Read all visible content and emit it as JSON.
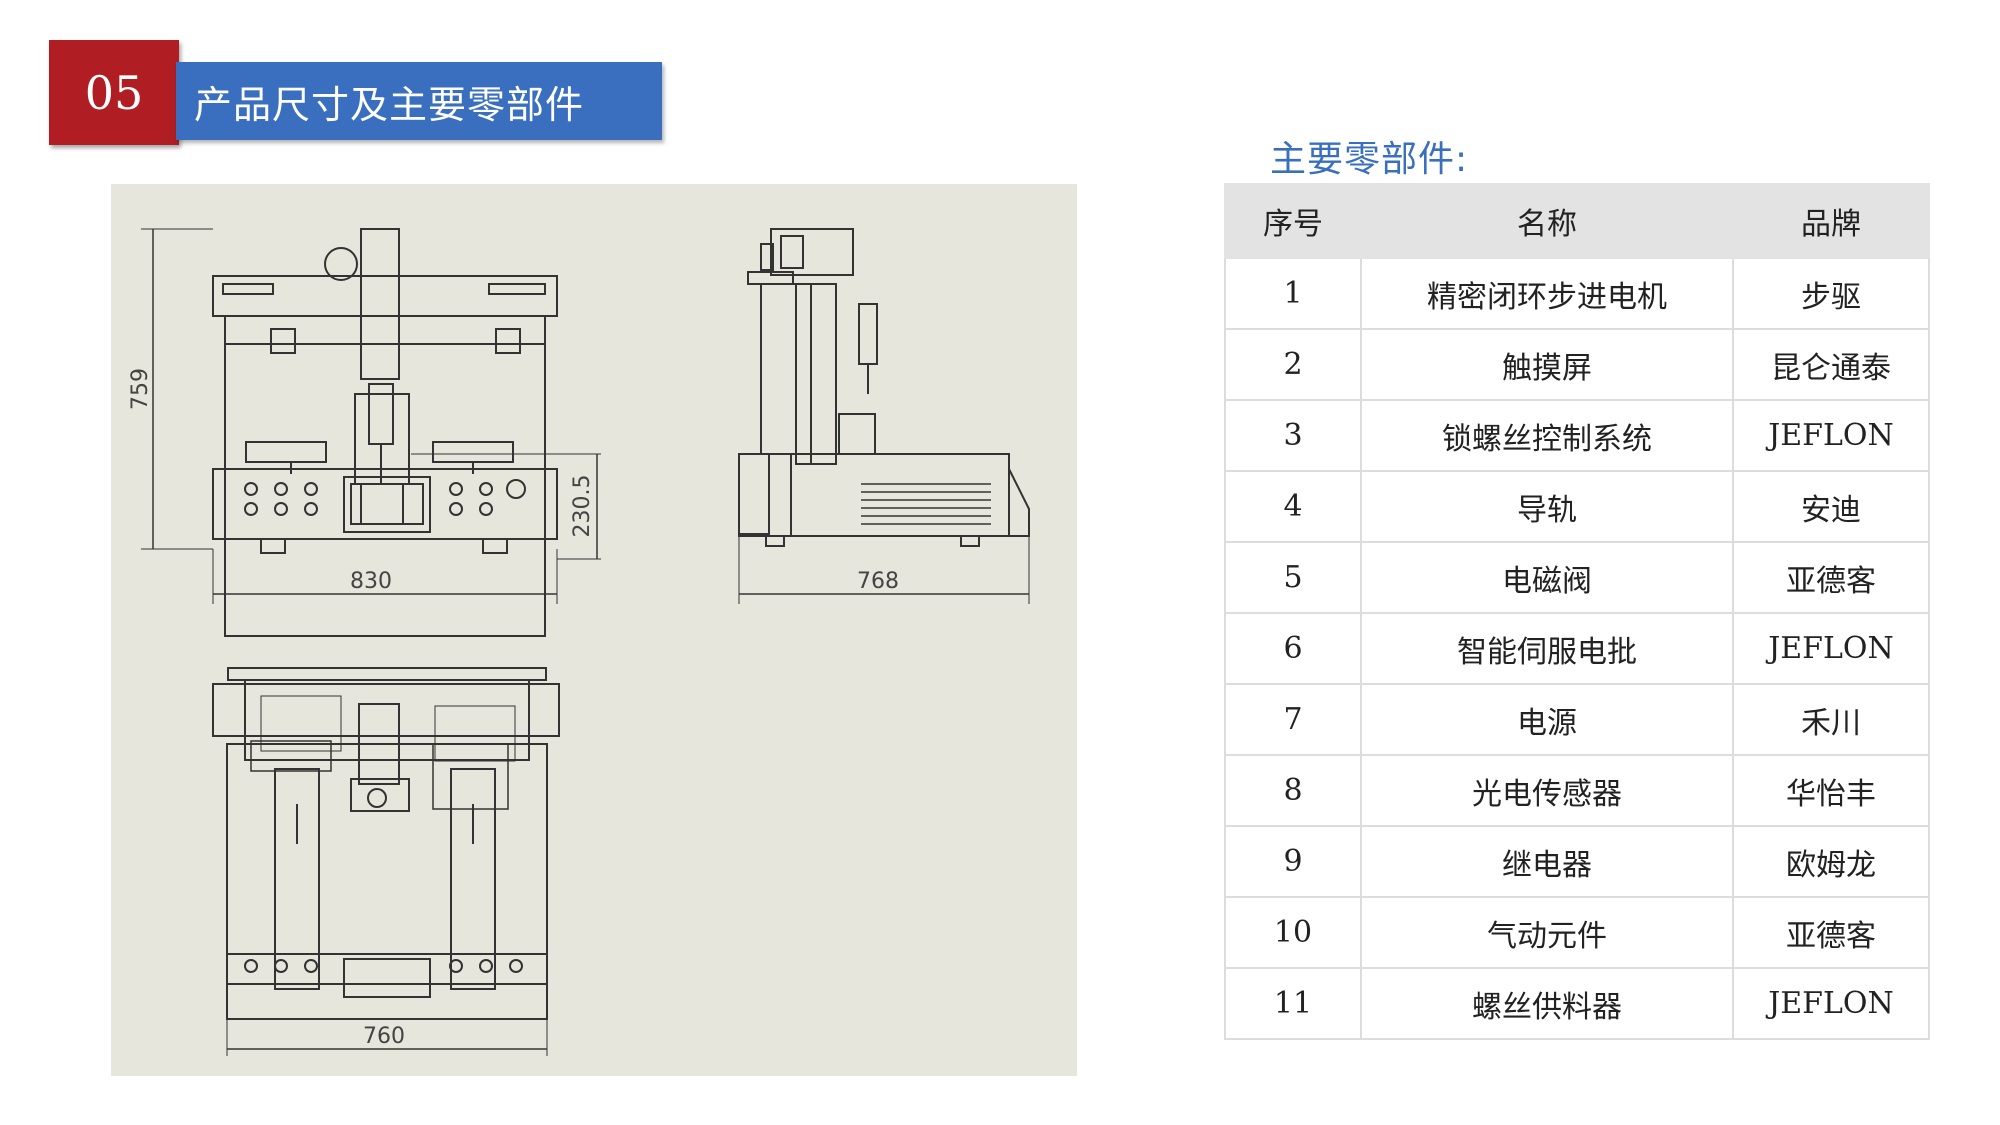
{
  "header": {
    "section_number": "05",
    "title": "产品尺寸及主要零部件"
  },
  "drawing": {
    "dims": {
      "front_height": "759",
      "front_width": "830",
      "front_inner_height": "230.5",
      "side_width": "768",
      "top_width": "760"
    }
  },
  "parts": {
    "title": "主要零部件:",
    "columns": [
      "序号",
      "名称",
      "品牌"
    ],
    "rows": [
      {
        "no": "1",
        "name": "精密闭环步进电机",
        "brand": "步驱"
      },
      {
        "no": "2",
        "name": "触摸屏",
        "brand": "昆仑通泰"
      },
      {
        "no": "3",
        "name": "锁螺丝控制系统",
        "brand": "JEFLON"
      },
      {
        "no": "4",
        "name": "导轨",
        "brand": "安迪"
      },
      {
        "no": "5",
        "name": "电磁阀",
        "brand": "亚德客"
      },
      {
        "no": "6",
        "name": "智能伺服电批",
        "brand": "JEFLON"
      },
      {
        "no": "7",
        "name": "电源",
        "brand": "禾川"
      },
      {
        "no": "8",
        "name": "光电传感器",
        "brand": "华怡丰"
      },
      {
        "no": "9",
        "name": "继电器",
        "brand": "欧姆龙"
      },
      {
        "no": "10",
        "name": "气动元件",
        "brand": "亚德客"
      },
      {
        "no": "11",
        "name": "螺丝供料器",
        "brand": "JEFLON"
      }
    ]
  },
  "colors": {
    "badge": "#b01e24",
    "title_bar": "#3a6fbf",
    "panel_bg": "#e6e6dc"
  }
}
